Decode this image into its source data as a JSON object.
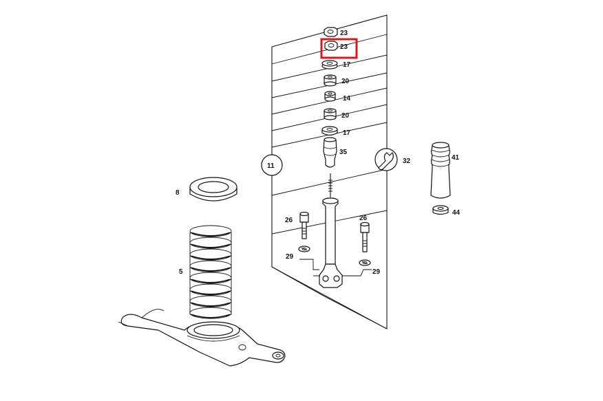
{
  "callouts": [
    {
      "id": "nut-top",
      "label": "23"
    },
    {
      "id": "nut-highlighted",
      "label": "23"
    },
    {
      "id": "rubber-upper",
      "label": "17"
    },
    {
      "id": "bushing-upper",
      "label": "20"
    },
    {
      "id": "spacer",
      "label": "14"
    },
    {
      "id": "bushing-lower",
      "label": "20"
    },
    {
      "id": "rubber-lower",
      "label": "17"
    },
    {
      "id": "bump-stop",
      "label": "35"
    },
    {
      "id": "ref-circle",
      "label": "11"
    },
    {
      "id": "tool-circle",
      "label": "32"
    },
    {
      "id": "boot",
      "label": "41"
    },
    {
      "id": "boot-cap",
      "label": "44"
    },
    {
      "id": "spring-pad",
      "label": "8"
    },
    {
      "id": "bolt-left",
      "label": "26"
    },
    {
      "id": "bolt-right",
      "label": "26"
    },
    {
      "id": "washer-left",
      "label": "29"
    },
    {
      "id": "washer-right",
      "label": "29"
    },
    {
      "id": "coil-spring",
      "label": "5"
    }
  ],
  "highlight": {
    "target": "nut-highlighted",
    "color": "#e0151b"
  }
}
